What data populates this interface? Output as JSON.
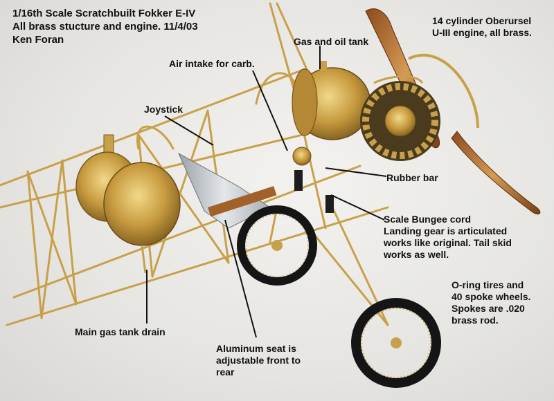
{
  "title_lines": [
    "1/16th Scale Scratchbuilt Fokker E-IV",
    "All brass stucture and engine. 11/4/03",
    "Ken Foran"
  ],
  "callouts": {
    "engine": [
      "14 cylinder Oberursel",
      "U-III engine, all brass."
    ],
    "gas_oil_tank": [
      "Gas and oil tank"
    ],
    "air_intake": [
      "Air intake for carb."
    ],
    "joystick": [
      "Joystick"
    ],
    "rubber_bar": [
      "Rubber bar"
    ],
    "bungee": [
      "Scale Bungee cord",
      "Landing gear is articulated",
      "works like original. Tail skid",
      "works as well."
    ],
    "tires": [
      "O-ring tires and",
      "40 spoke wheels.",
      "Spokes are .020",
      "brass rod."
    ],
    "drain": [
      "Main gas tank drain"
    ],
    "seat": [
      "Aluminum seat is",
      "adjustable front to",
      "rear"
    ]
  },
  "colors": {
    "brass": "#c8a04a",
    "brass_dark": "#8a6a28",
    "label": "#111111"
  }
}
